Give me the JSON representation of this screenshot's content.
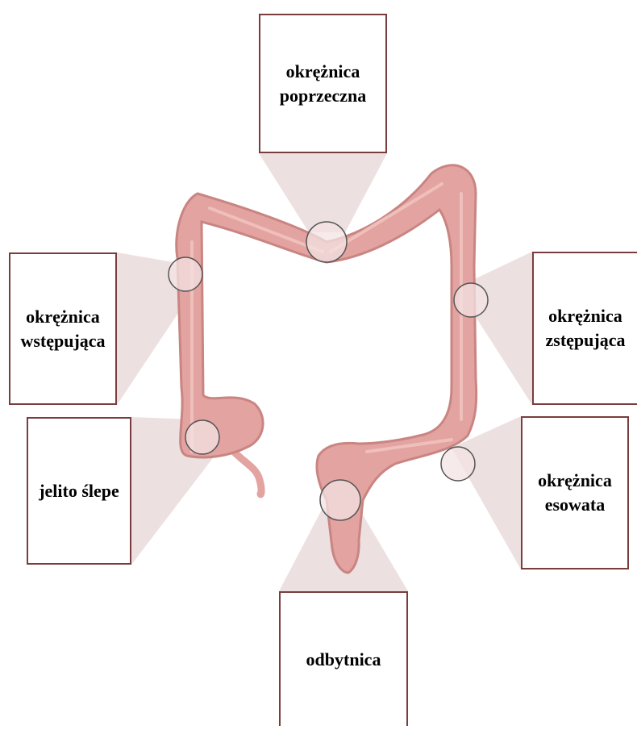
{
  "colors": {
    "colon_fill": "#e3a3a0",
    "colon_shade": "#c98582",
    "colon_light": "#efbfbb",
    "box_border": "#7a3d3d",
    "callout_fill": "#e7d6d6"
  },
  "labels": {
    "transverse": [
      "okrężnica",
      "poprzeczna"
    ],
    "ascending": [
      "okrężnica",
      "wstępująca"
    ],
    "descending": [
      "okrężnica",
      "zstępująca"
    ],
    "cecum": [
      "jelito ślepe"
    ],
    "sigmoid": [
      "okrężnica",
      "esowata"
    ],
    "rectum": [
      "odbytnica"
    ]
  }
}
